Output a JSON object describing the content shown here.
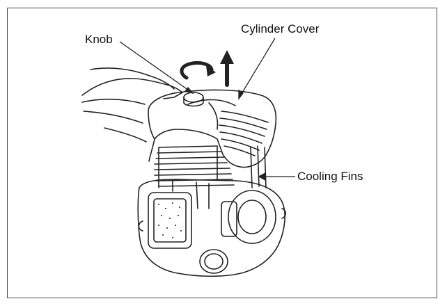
{
  "labels": {
    "knob": "Knob",
    "cylinder_cover": "Cylinder Cover",
    "cooling_fins": "Cooling Fins"
  },
  "colors": {
    "line": "#222222",
    "frame": "#444444"
  },
  "icons": [
    "rotate-arrow-icon",
    "lift-arrow-icon"
  ]
}
